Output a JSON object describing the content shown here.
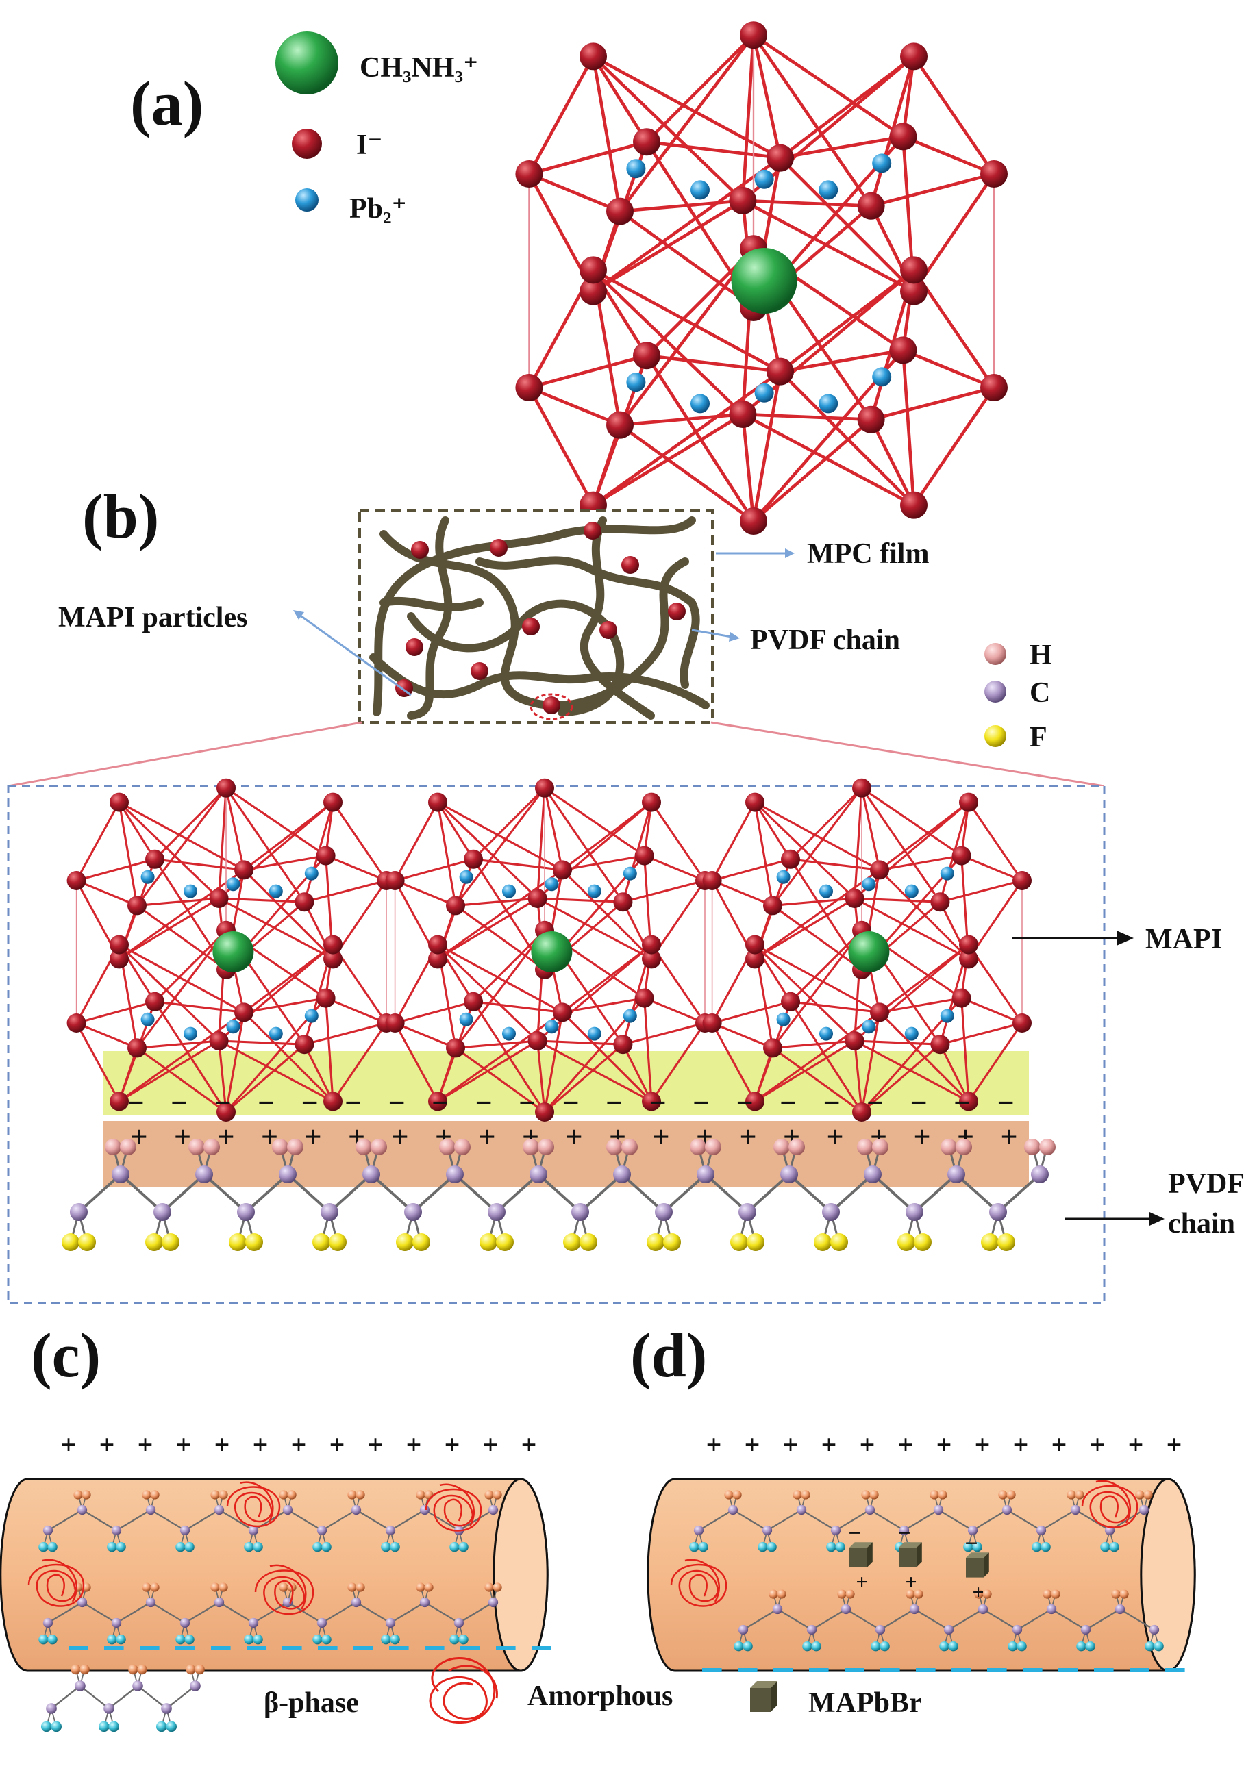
{
  "panels": {
    "a": {
      "label": "(a)",
      "legend": [
        {
          "text": "CH₃NH₃⁺",
          "color": "#2eaa4a",
          "icon": "large-green-sphere"
        },
        {
          "text": "I⁻",
          "color": "#b51d2c",
          "icon": "red-sphere"
        },
        {
          "text": "Pb₂⁺",
          "color": "#2a9ad8",
          "icon": "blue-sphere"
        }
      ]
    },
    "b": {
      "label": "(b)",
      "callouts": {
        "mpc_film": "MPC film",
        "pvdf_chain_top": "PVDF chain",
        "mapi_particles": "MAPI particles",
        "mapi": "MAPI",
        "pvdf_chain_bottom_line1": "PVDF",
        "pvdf_chain_bottom_line2": "chain"
      },
      "atom_legend": [
        {
          "text": "H",
          "color": "#e8a6a6",
          "icon": "pink-sphere"
        },
        {
          "text": "C",
          "color": "#a993c4",
          "icon": "purple-sphere"
        },
        {
          "text": "F",
          "color": "#f2e21a",
          "icon": "yellow-sphere"
        }
      ],
      "negative_sign": "−",
      "positive_sign": "+"
    },
    "c": {
      "label": "(c)"
    },
    "d": {
      "label": "(d)"
    }
  },
  "bottom_legend": {
    "beta_phase": "β-phase",
    "amorphous": "Amorphous",
    "mapbbr": "MAPbBr"
  },
  "colors": {
    "iodide": "#b51d2c",
    "lead": "#2a9ad8",
    "methylammonium": "#2eaa4a",
    "bond": "#d6262e",
    "pvdf_chain": "#5a5238",
    "cylinder": "#f4b98a",
    "positive_charge": "#c62b35",
    "negative_charge": "#2ab0e0",
    "yellow_layer": "#e8f094",
    "tan_layer": "#e8b48f"
  }
}
